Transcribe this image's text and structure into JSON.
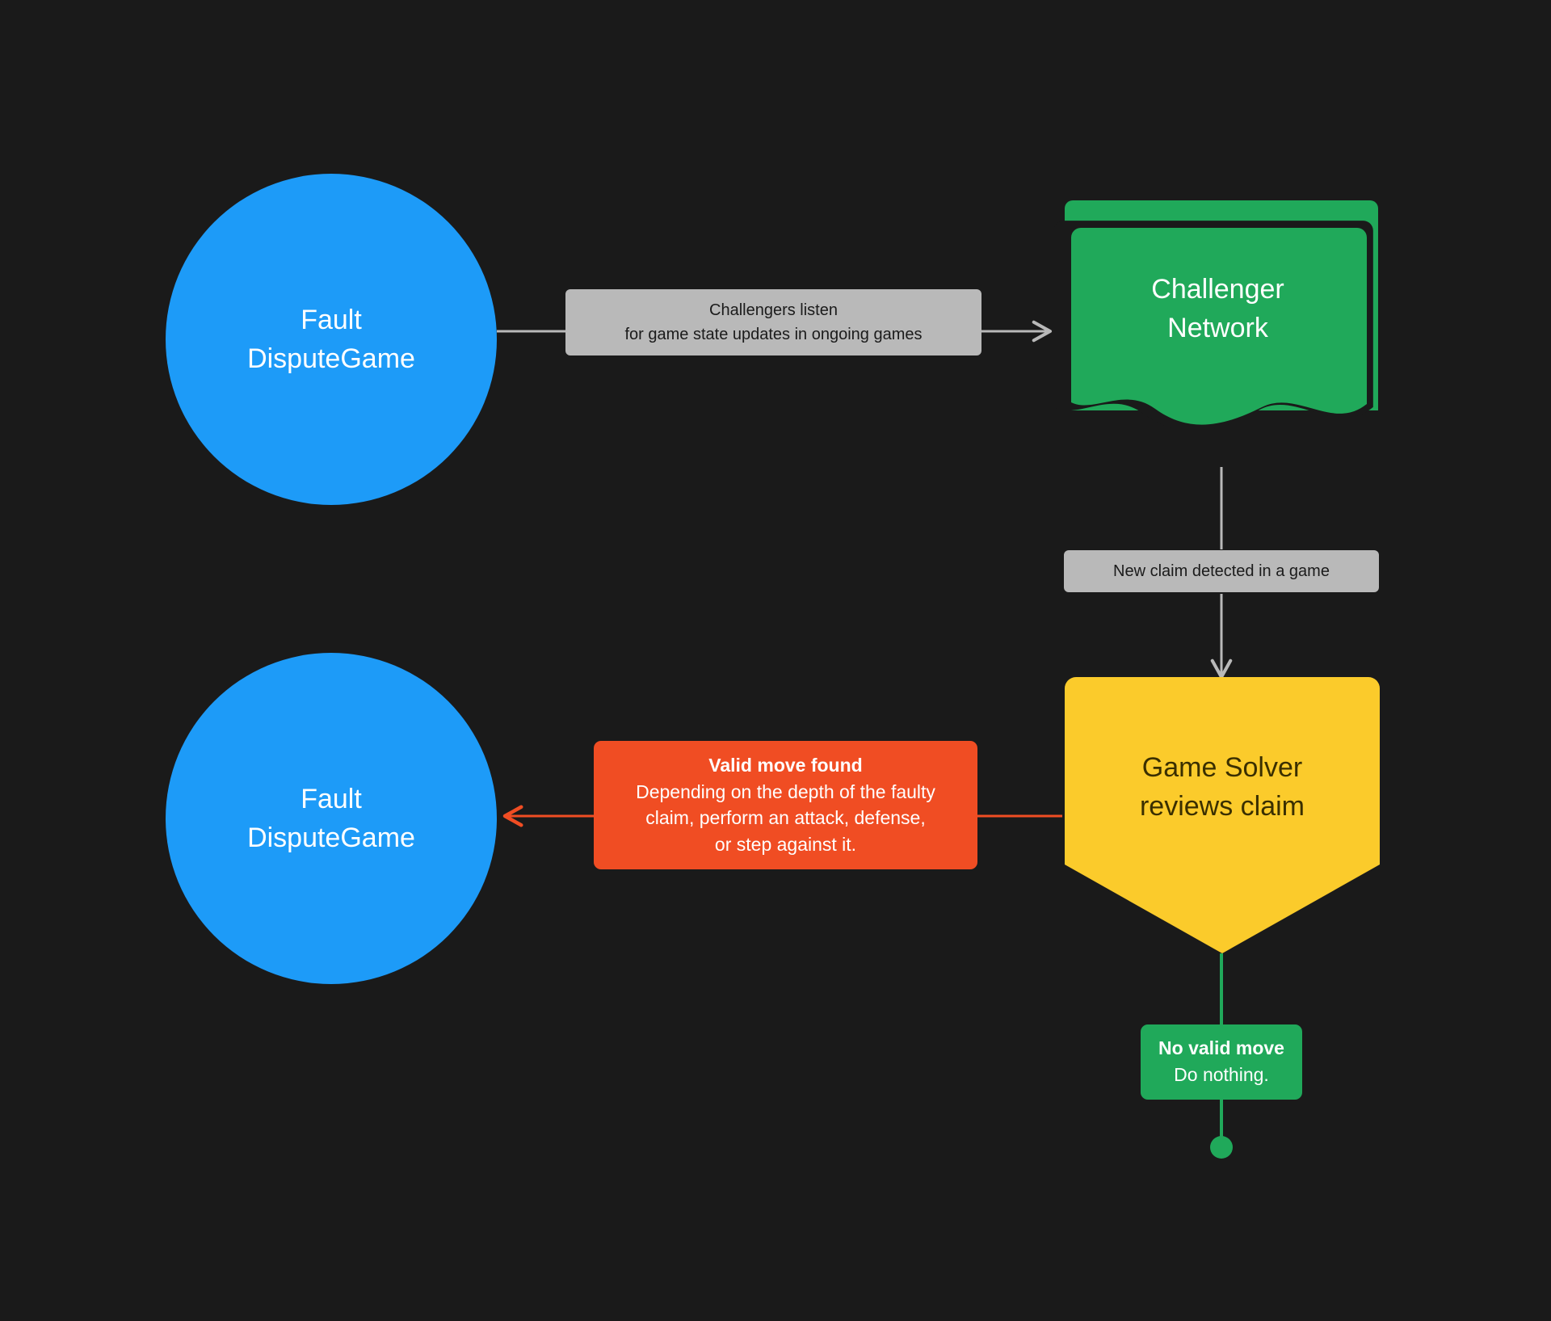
{
  "diagram": {
    "background_color": "#1a1a1a",
    "nodes": [
      {
        "id": "fault-dispute-game-top",
        "shape": "circle",
        "color": "#1d9bf8",
        "text_color": "#ffffff",
        "lines": [
          "Fault",
          "DisputeGame"
        ]
      },
      {
        "id": "challenger-network",
        "shape": "stacked-document",
        "color": "#20a95a",
        "text_color": "#ffffff",
        "lines": [
          "Challenger",
          "Network"
        ]
      },
      {
        "id": "game-solver",
        "shape": "shield-pentagon",
        "color": "#fbcb2b",
        "text_color": "#3a2f00",
        "lines": [
          "Game Solver",
          "reviews claim"
        ]
      },
      {
        "id": "fault-dispute-game-bottom",
        "shape": "circle",
        "color": "#1d9bf8",
        "text_color": "#ffffff",
        "lines": [
          "Fault",
          "DisputeGame"
        ]
      }
    ],
    "edges": [
      {
        "id": "edge-listen",
        "from": "fault-dispute-game-top",
        "to": "challenger-network",
        "color": "#b9b9b9",
        "label_style": "gray",
        "lines": [
          "Challengers listen",
          "for game state updates in ongoing games"
        ]
      },
      {
        "id": "edge-new-claim",
        "from": "challenger-network",
        "to": "game-solver",
        "color": "#b9b9b9",
        "label_style": "gray",
        "lines": [
          "New claim detected in a game"
        ]
      },
      {
        "id": "edge-valid-move",
        "from": "game-solver",
        "to": "fault-dispute-game-bottom",
        "color": "#f04d23",
        "label_style": "orange",
        "title": "Valid move found",
        "lines": [
          "Depending on the depth of the faulty",
          "claim, perform an attack, defense,",
          "or step against it."
        ]
      },
      {
        "id": "edge-no-valid-move",
        "from": "game-solver",
        "to": "terminator-dot",
        "color": "#20a95a",
        "label_style": "green",
        "title": "No valid move",
        "lines": [
          "Do nothing."
        ]
      }
    ]
  }
}
